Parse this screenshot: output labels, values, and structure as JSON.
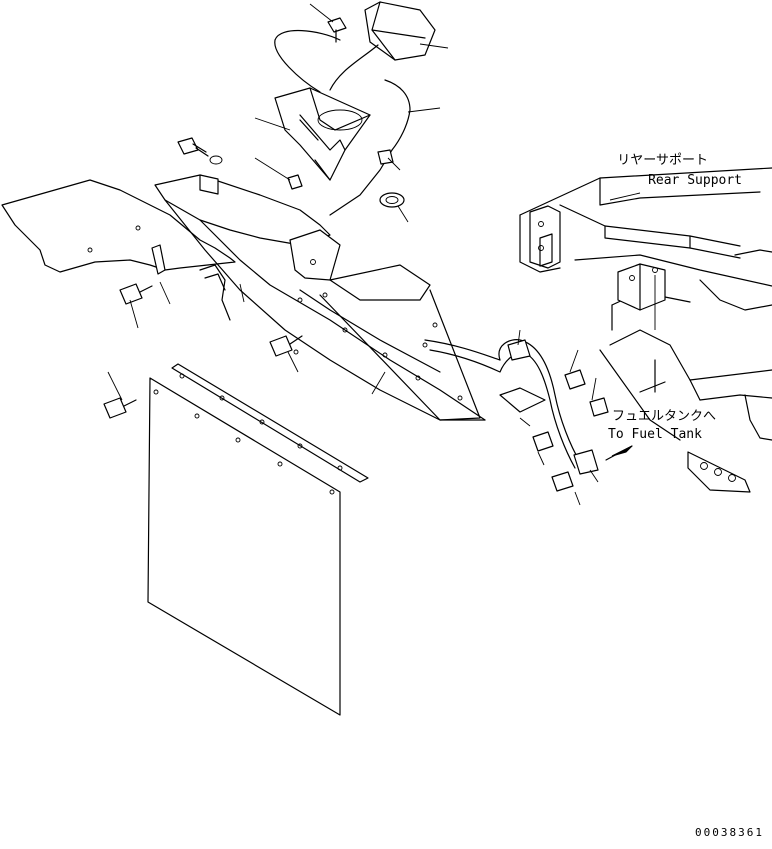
{
  "labels": {
    "rear_support_jp": "リヤーサポート",
    "rear_support_en": "Rear Support",
    "fuel_tank_jp": "フュエルタンクへ",
    "fuel_tank_en": "To Fuel Tank"
  },
  "drawing_number": "00038361"
}
